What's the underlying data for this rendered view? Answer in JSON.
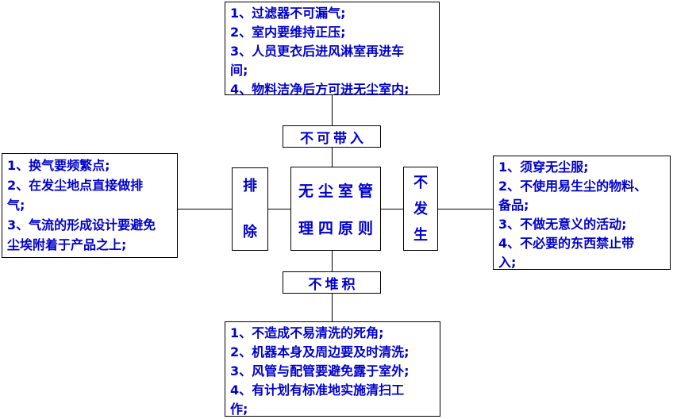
{
  "colors": {
    "text": "#0000CC",
    "border": "#000000",
    "background": "#FFFFFF"
  },
  "center": {
    "title_line1": "无尘室管",
    "title_line2": "理四原则"
  },
  "branches": {
    "top": {
      "label": "不可带入",
      "text": "1、过滤器不可漏气;\n2、室内要维持正压;\n3、人员更衣后进风淋室再进车\n间;\n4、物料洁净后方可进无尘室内;"
    },
    "left": {
      "label": "排\n除",
      "text": "1、换气要频繁点;\n2、在发尘地点直接做排\n气;\n3、气流的形成设计要避免\n尘埃附着于产品之上;"
    },
    "right": {
      "label": "不\n发\n生",
      "text": "1、须穿无尘服;\n2、不使用易生尘的物料、\n备品;\n3、不做无意义的活动;\n4、不必要的东西禁止带\n入;"
    },
    "bottom": {
      "label": "不堆积",
      "text": "1、不造成不易清洗的死角;\n2、机器本身及周边要及时清洗;\n3、风管与配管要避免露于室外;\n4、有计划有标准地实施清扫工\n作;"
    }
  }
}
